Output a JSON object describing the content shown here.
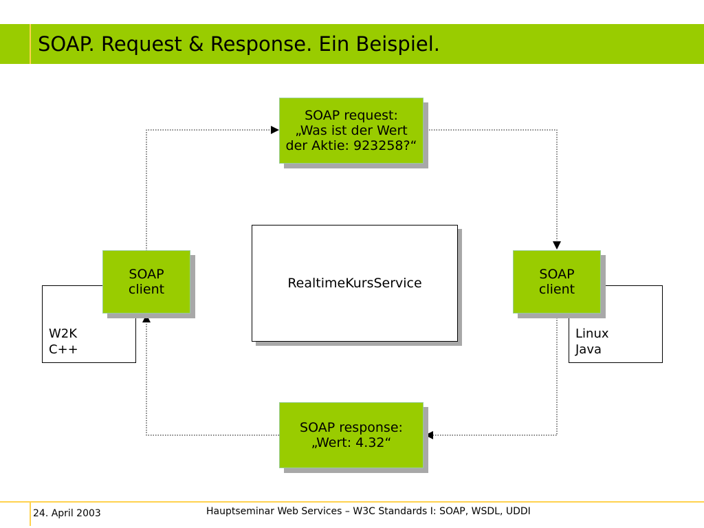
{
  "slide": {
    "title": "SOAP. Request & Response. Ein Beispiel."
  },
  "diagram": {
    "request": {
      "line1": "SOAP request:",
      "line2": "„Was ist der Wert",
      "line3": "der Aktie: 923258?“"
    },
    "response": {
      "line1": "SOAP response:",
      "line2": "„Wert: 4.32“"
    },
    "service": {
      "label": "RealtimeKursService"
    },
    "left_client": {
      "line1": "SOAP",
      "line2": "client",
      "platform_line1": "W2K",
      "platform_line2": "C++"
    },
    "right_client": {
      "line1": "SOAP",
      "line2": "client",
      "platform_line1": "Linux",
      "platform_line2": "Java"
    }
  },
  "footer": {
    "date": "24. April 2003",
    "course": "Hauptseminar Web Services – W3C Standards I: SOAP, WSDL, UDDI"
  },
  "colors": {
    "accent_green": "#99cc00",
    "accent_yellow": "#ffd24d",
    "shadow_gray": "#a8a8a8"
  }
}
